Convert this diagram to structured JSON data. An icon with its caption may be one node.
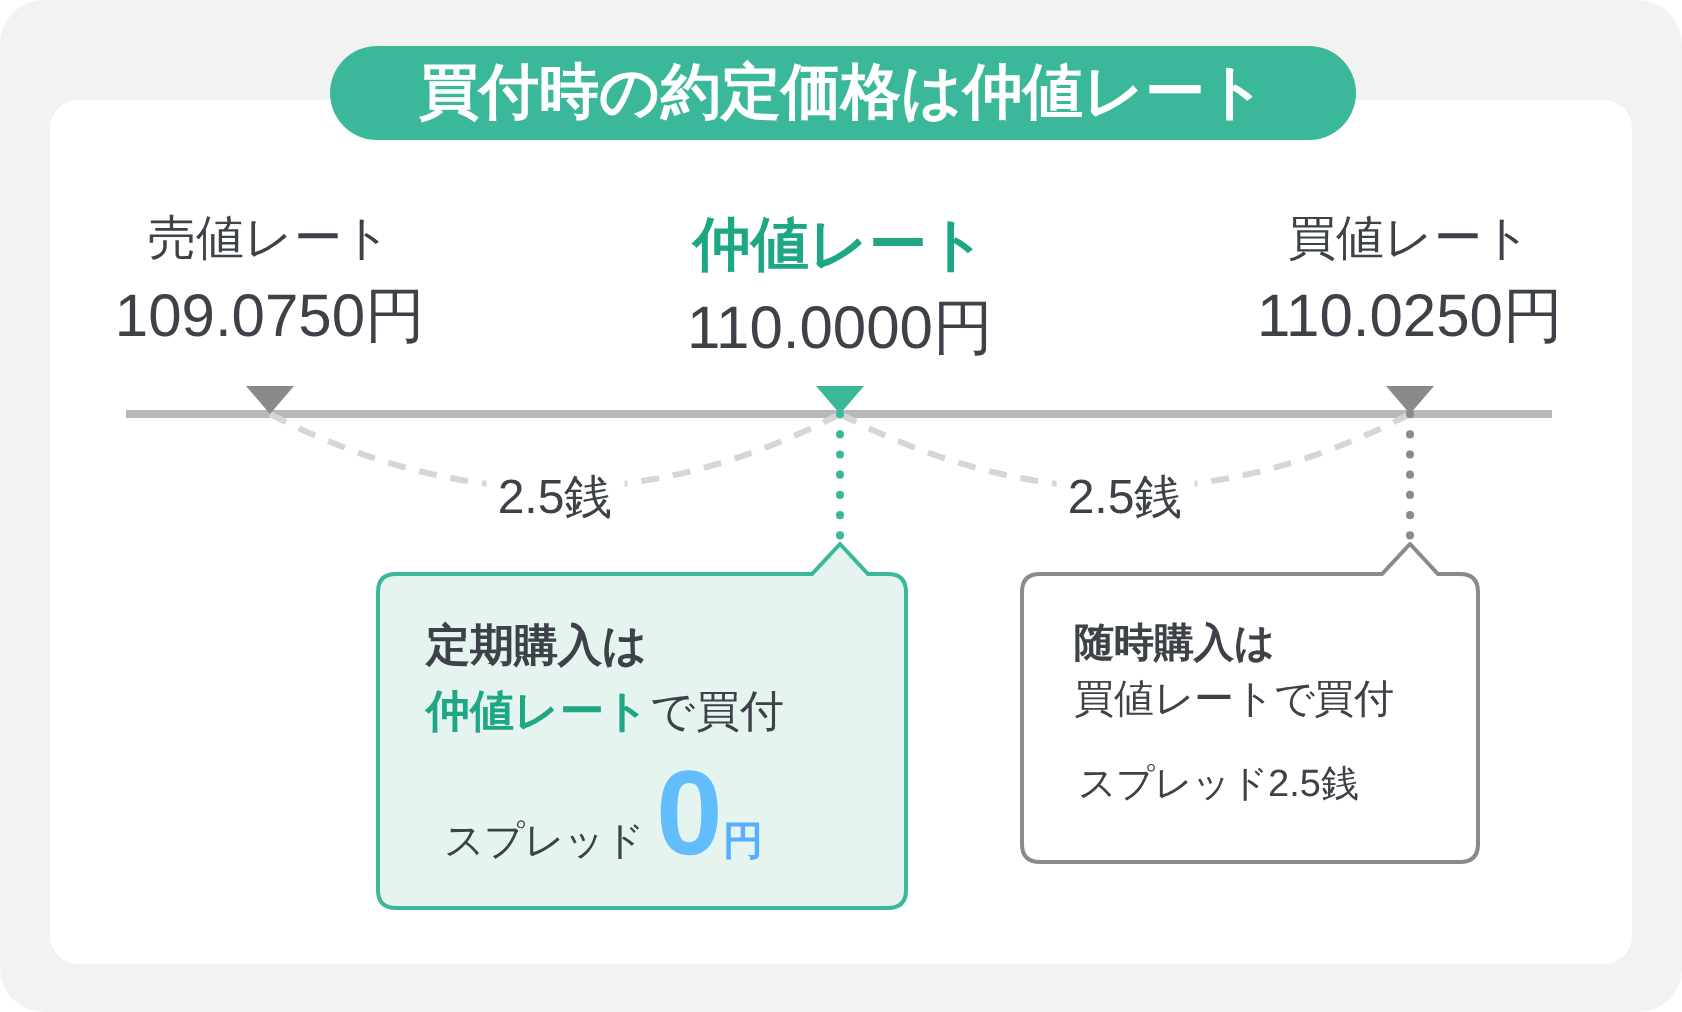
{
  "diagram": {
    "title": "買付時の約定価格は仲値レート",
    "nodes": [
      {
        "text": [
          "売値レート",
          "109.0750円"
        ]
      },
      {
        "text": [
          "仲値レート",
          "110.0000円"
        ]
      },
      {
        "text": [
          "買値レート",
          "110.0250円"
        ]
      },
      {
        "text": [
          "定期購入は",
          "**仲値レート**で買付",
          "スプレッド**0円**"
        ]
      },
      {
        "text": [
          "随時購入は",
          "買値レートで買付",
          "スプレッド2.5銭"
        ]
      }
    ],
    "edges": [
      {
        "from": 0,
        "to": 1,
        "arrow": "none",
        "label": "2.5銭",
        "style": "dashed",
        "color": "#d6d6d6"
      },
      {
        "from": 1,
        "to": 2,
        "arrow": "none",
        "label": "2.5銭",
        "style": "dashed",
        "color": "#d6d6d6"
      },
      {
        "from": 1,
        "to": 3,
        "arrow": "none",
        "style": "dashed",
        "color": "#3bb89a"
      },
      {
        "from": 2,
        "to": 4,
        "arrow": "none",
        "style": "dashed",
        "color": "#8a8a8a"
      }
    ]
  }
}
